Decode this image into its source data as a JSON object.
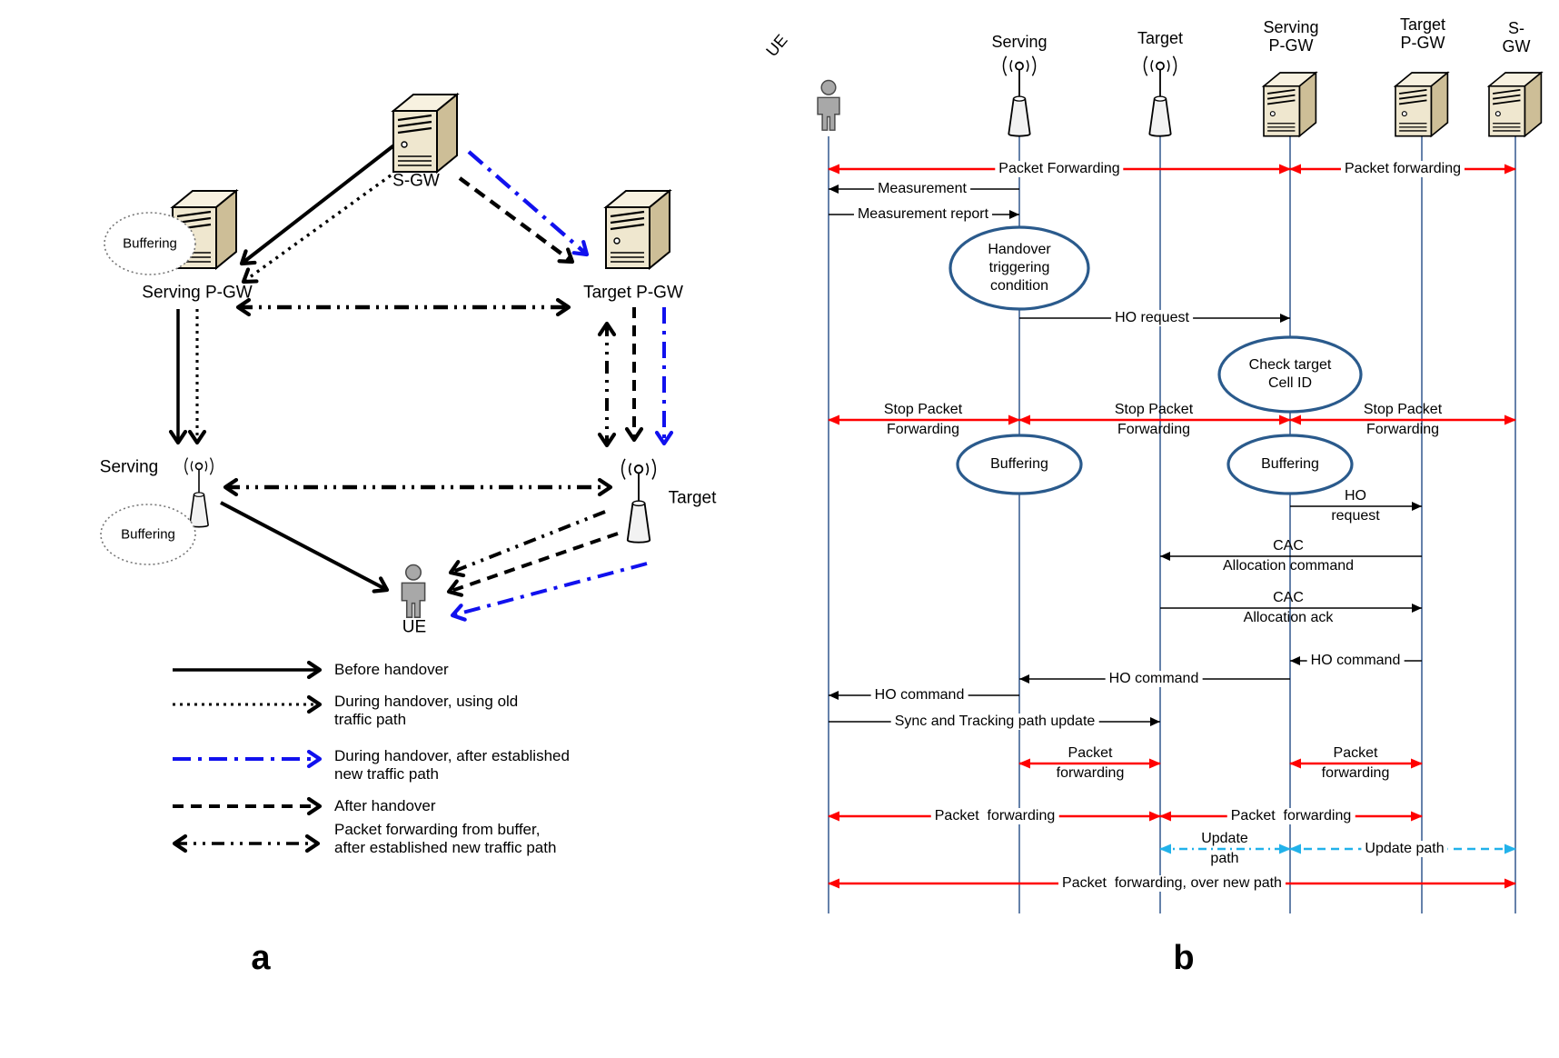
{
  "colors": {
    "red": "#FF0000",
    "blue": "#1111EE",
    "cyan": "#22B2EA",
    "lifeline": "#4A6B9B",
    "ellipse_stroke": "#2A5A8C",
    "black": "#000000"
  },
  "panel_a": {
    "caption": "a",
    "nodes": {
      "sgw": "S-GW",
      "serving_pgw": "Serving P-GW",
      "target_pgw": "Target P-GW",
      "serving_bs": "Serving",
      "target_bs": "Target",
      "ue": "UE",
      "buffering_pgw": "Buffering",
      "buffering_bs": "Buffering"
    },
    "legend": [
      {
        "style": "solid-black-arrow",
        "label": "Before handover"
      },
      {
        "style": "dotted-black-arrow",
        "label": "During handover, using old\ntraffic path"
      },
      {
        "style": "dashdot-blue-arrow",
        "label": "During handover, after established\nnew traffic path"
      },
      {
        "style": "dashed-black-arrow",
        "label": "After handover"
      },
      {
        "style": "dashdotdot-black-double-arrow",
        "label": "Packet forwarding from buffer,\nafter established new traffic path"
      }
    ]
  },
  "panel_b": {
    "caption": "b",
    "lifelines": [
      {
        "id": "ue",
        "label": "UE",
        "icon": "person-icon"
      },
      {
        "id": "serving",
        "label": "Serving",
        "icon": "antenna-icon"
      },
      {
        "id": "target",
        "label": "Target",
        "icon": "antenna-icon"
      },
      {
        "id": "serving-pgw",
        "label": "Serving\nP-GW",
        "icon": "server-icon"
      },
      {
        "id": "target-pgw",
        "label": "Target\nP-GW",
        "icon": "server-icon"
      },
      {
        "id": "sgw",
        "label": "S-GW",
        "icon": "server-icon"
      }
    ],
    "conditions": [
      {
        "on": "serving",
        "label": "Handover\ntriggering\ncondition"
      },
      {
        "on": "serving-pgw",
        "label": "Check target\nCell ID"
      },
      {
        "on": "serving",
        "label": "Buffering"
      },
      {
        "on": "serving-pgw",
        "label": "Buffering"
      }
    ],
    "messages": [
      {
        "from": "ue",
        "to": "serving-pgw",
        "type": "red-double",
        "label": "Packet Forwarding"
      },
      {
        "from": "serving-pgw",
        "to": "sgw",
        "type": "red-double",
        "label": "Packet forwarding"
      },
      {
        "from": "serving",
        "to": "ue",
        "type": "black",
        "label": "Measurement"
      },
      {
        "from": "ue",
        "to": "serving",
        "type": "black",
        "label": "Measurement report"
      },
      {
        "from": "serving",
        "to": "serving-pgw",
        "type": "black",
        "label": "HO request"
      },
      {
        "from": "ue",
        "to": "serving",
        "type": "red-double",
        "label": "Stop Packet\nForwarding"
      },
      {
        "from": "serving",
        "to": "serving-pgw",
        "type": "red-double",
        "label": "Stop Packet\nForwarding"
      },
      {
        "from": "serving-pgw",
        "to": "sgw",
        "type": "red-double",
        "label": "Stop Packet\nForwarding"
      },
      {
        "from": "serving-pgw",
        "to": "target-pgw",
        "type": "black",
        "label": "HO\nrequest"
      },
      {
        "from": "target-pgw",
        "to": "target",
        "type": "black",
        "label": "CAC\nAllocation command"
      },
      {
        "from": "target",
        "to": "target-pgw",
        "type": "black",
        "label": "CAC\nAllocation ack"
      },
      {
        "from": "target-pgw",
        "to": "serving-pgw",
        "type": "black",
        "label": "HO command"
      },
      {
        "from": "serving-pgw",
        "to": "serving",
        "type": "black",
        "label": "HO command"
      },
      {
        "from": "serving",
        "to": "ue",
        "type": "black",
        "label": "HO command"
      },
      {
        "from": "ue",
        "to": "target",
        "type": "black",
        "label": "Sync and Tracking path update"
      },
      {
        "from": "serving",
        "to": "target",
        "type": "red-double",
        "label": "Packet\nforwarding"
      },
      {
        "from": "serving-pgw",
        "to": "target-pgw",
        "type": "red-double",
        "label": "Packet\nforwarding"
      },
      {
        "from": "ue",
        "to": "target",
        "type": "red-double",
        "label": "Packet  forwarding"
      },
      {
        "from": "target",
        "to": "target-pgw",
        "type": "red-double",
        "label": "Packet  forwarding"
      },
      {
        "from": "target",
        "to": "serving-pgw",
        "type": "cyan-dashdot-double",
        "label": "Update\npath"
      },
      {
        "from": "serving-pgw",
        "to": "sgw",
        "type": "cyan-dashed-double",
        "label": "Update path"
      },
      {
        "from": "ue",
        "to": "sgw",
        "type": "red-double",
        "label": "Packet  forwarding, over new path"
      }
    ]
  }
}
